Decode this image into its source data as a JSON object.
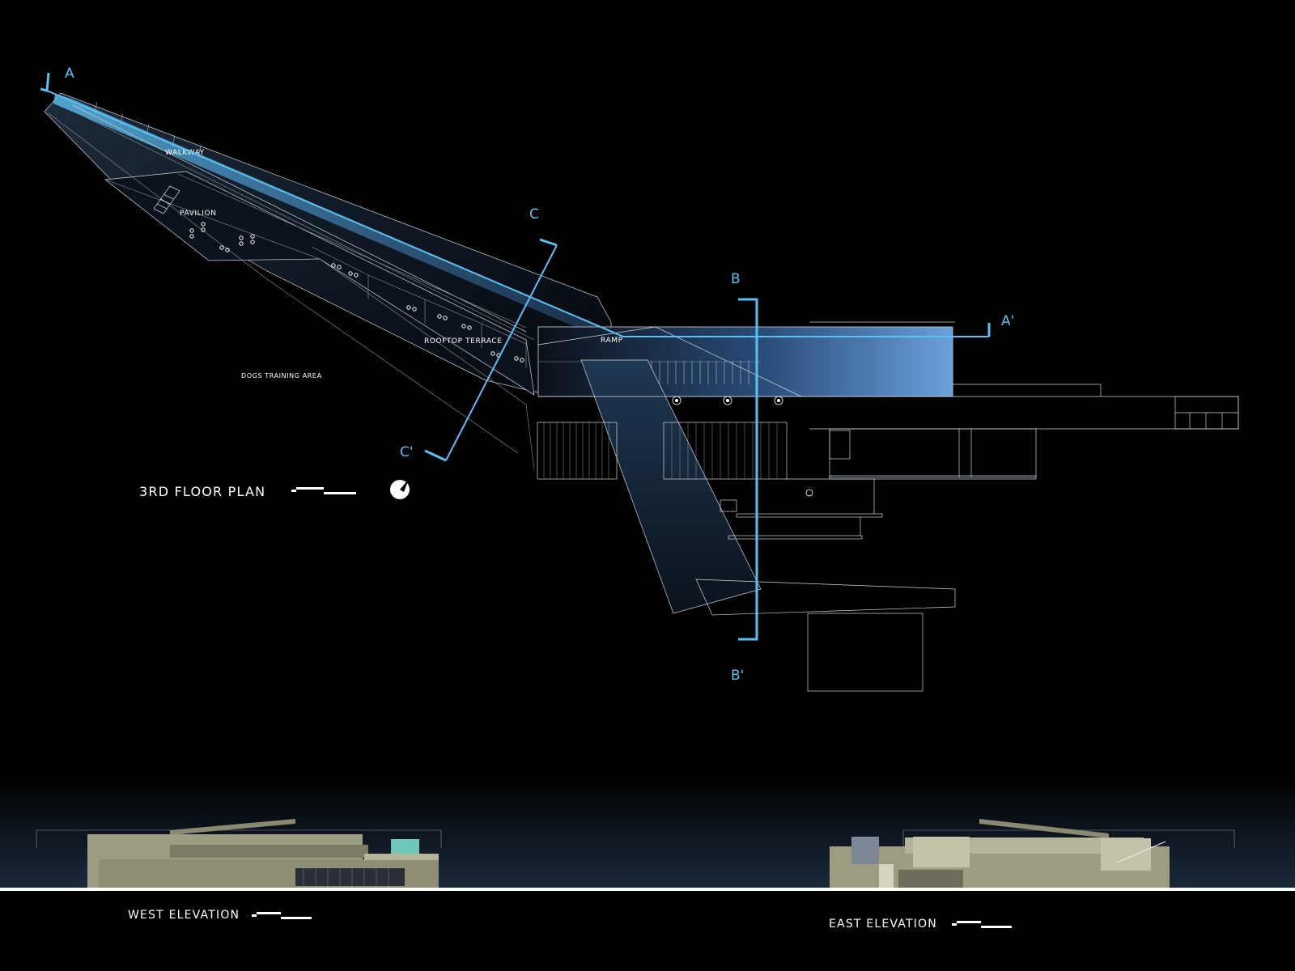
{
  "labels": {
    "walkway": "WALKWAY",
    "pavilion": "PAVILION",
    "rooftop_terrace": "ROOFTOP TERRACE",
    "ramp": "RAMP",
    "dogs_training_area": "DOGS TRAINING AREA"
  },
  "section_markers": {
    "a": "A",
    "a_prime": "A'",
    "b": "B",
    "b_prime": "B'",
    "c": "C",
    "c_prime": "C'"
  },
  "titles": {
    "plan": "3RD FLOOR PLAN",
    "west_elevation": "WEST ELEVATION",
    "east_elevation": "EAST ELEVATION"
  },
  "colors": {
    "background": "#000000",
    "section_line": "#5cc0f2",
    "linework": "#cfd6dc",
    "facade": "#9e9c80"
  },
  "icons": {
    "north_arrow": "north-arrow-icon",
    "scale_bar": "scale-bar-icon"
  }
}
